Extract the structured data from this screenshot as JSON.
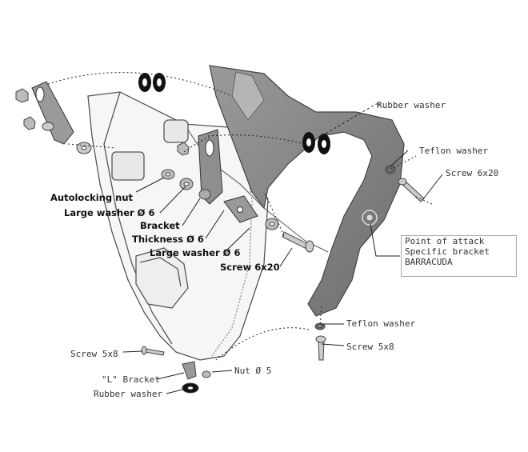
{
  "labels": {
    "rubber_washer_top": "Rubber washer",
    "teflon_washer_top": "Teflon washer",
    "screw_6x20_right": "Screw 6x20",
    "point_of_attack": "Point of attack",
    "specific_bracket": "Specific bracket",
    "barracuda": "BARRACUDA",
    "autolocking_nut": "Autolocking nut",
    "large_washer_1": "Large washer Ø 6",
    "bracket": "Bracket",
    "thickness": "Thickness Ø 6",
    "large_washer_2": "Large washer Ø 6",
    "screw_6x20_mid": "Screw 6x20",
    "teflon_washer_bottom": "Teflon washer",
    "screw_5x8_right": "Screw 5x8",
    "screw_5x8_left": "Screw 5x8",
    "l_bracket": "\"L\" Bracket",
    "nut_5": "Nut Ø 5",
    "rubber_washer_bottom": "Rubber washer"
  },
  "colors": {
    "bracket_fill": "#8a8a8a",
    "outline": "#444444",
    "leader": "#222222",
    "washer_black": "#111111"
  }
}
